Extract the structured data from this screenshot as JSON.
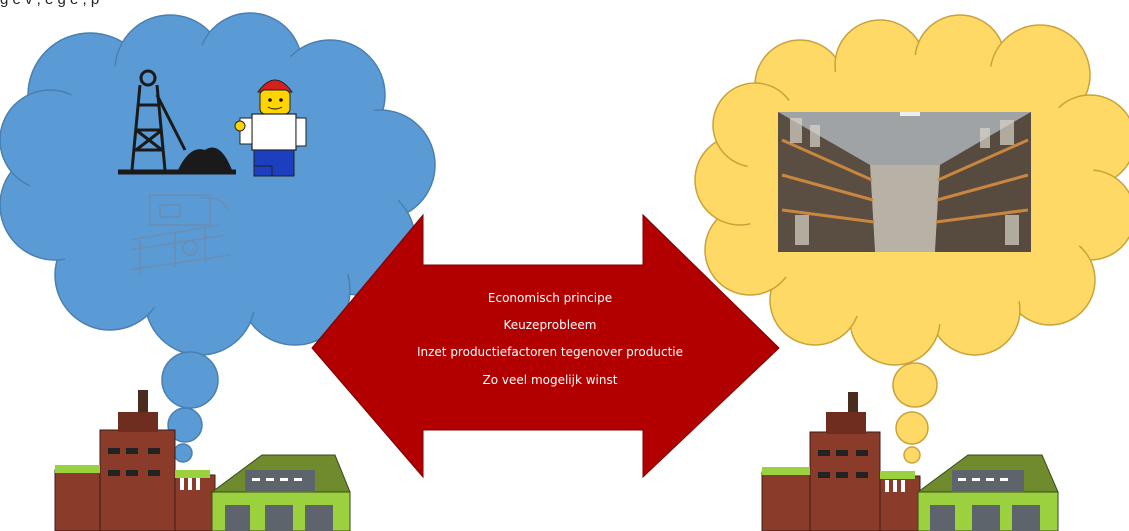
{
  "header_text": "g e      v   ,  e          g e         ,   p",
  "arrow": {
    "lines": [
      "Economisch principe",
      "Keuzeprobleem",
      "Inzet productiefactoren tegenover productie",
      "Zo veel mogelijk winst"
    ],
    "color": "#b20000"
  },
  "left_cloud": {
    "color": "#5b9bd5",
    "icons": [
      "mine-tower-icon",
      "lego-worker-icon",
      "machine-sketch-icon"
    ]
  },
  "right_cloud": {
    "color": "#ffd966",
    "icons": [
      "warehouse-photo"
    ]
  },
  "factories": {
    "icons": [
      "factory-icon",
      "warehouse-building-icon"
    ]
  }
}
